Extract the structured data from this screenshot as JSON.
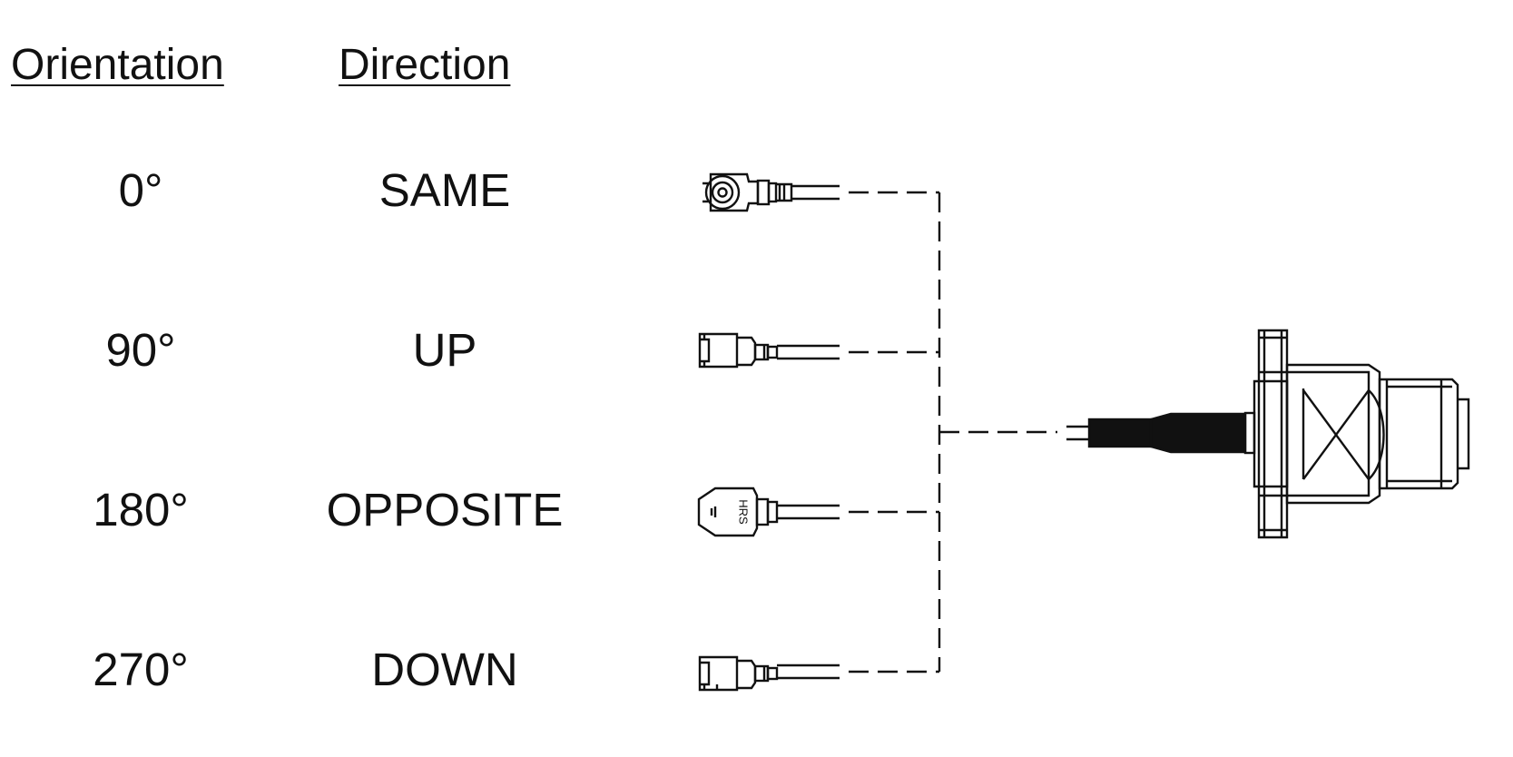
{
  "headers": {
    "orientation": "Orientation",
    "direction": "Direction"
  },
  "rows": [
    {
      "orientation": "0°",
      "direction": "SAME"
    },
    {
      "orientation": "90°",
      "direction": "UP"
    },
    {
      "orientation": "180°",
      "direction": "OPPOSITE"
    },
    {
      "orientation": "270°",
      "direction": "DOWN"
    }
  ],
  "connector_marking": "HRS",
  "colors": {
    "line": "#111111",
    "background": "#ffffff"
  }
}
